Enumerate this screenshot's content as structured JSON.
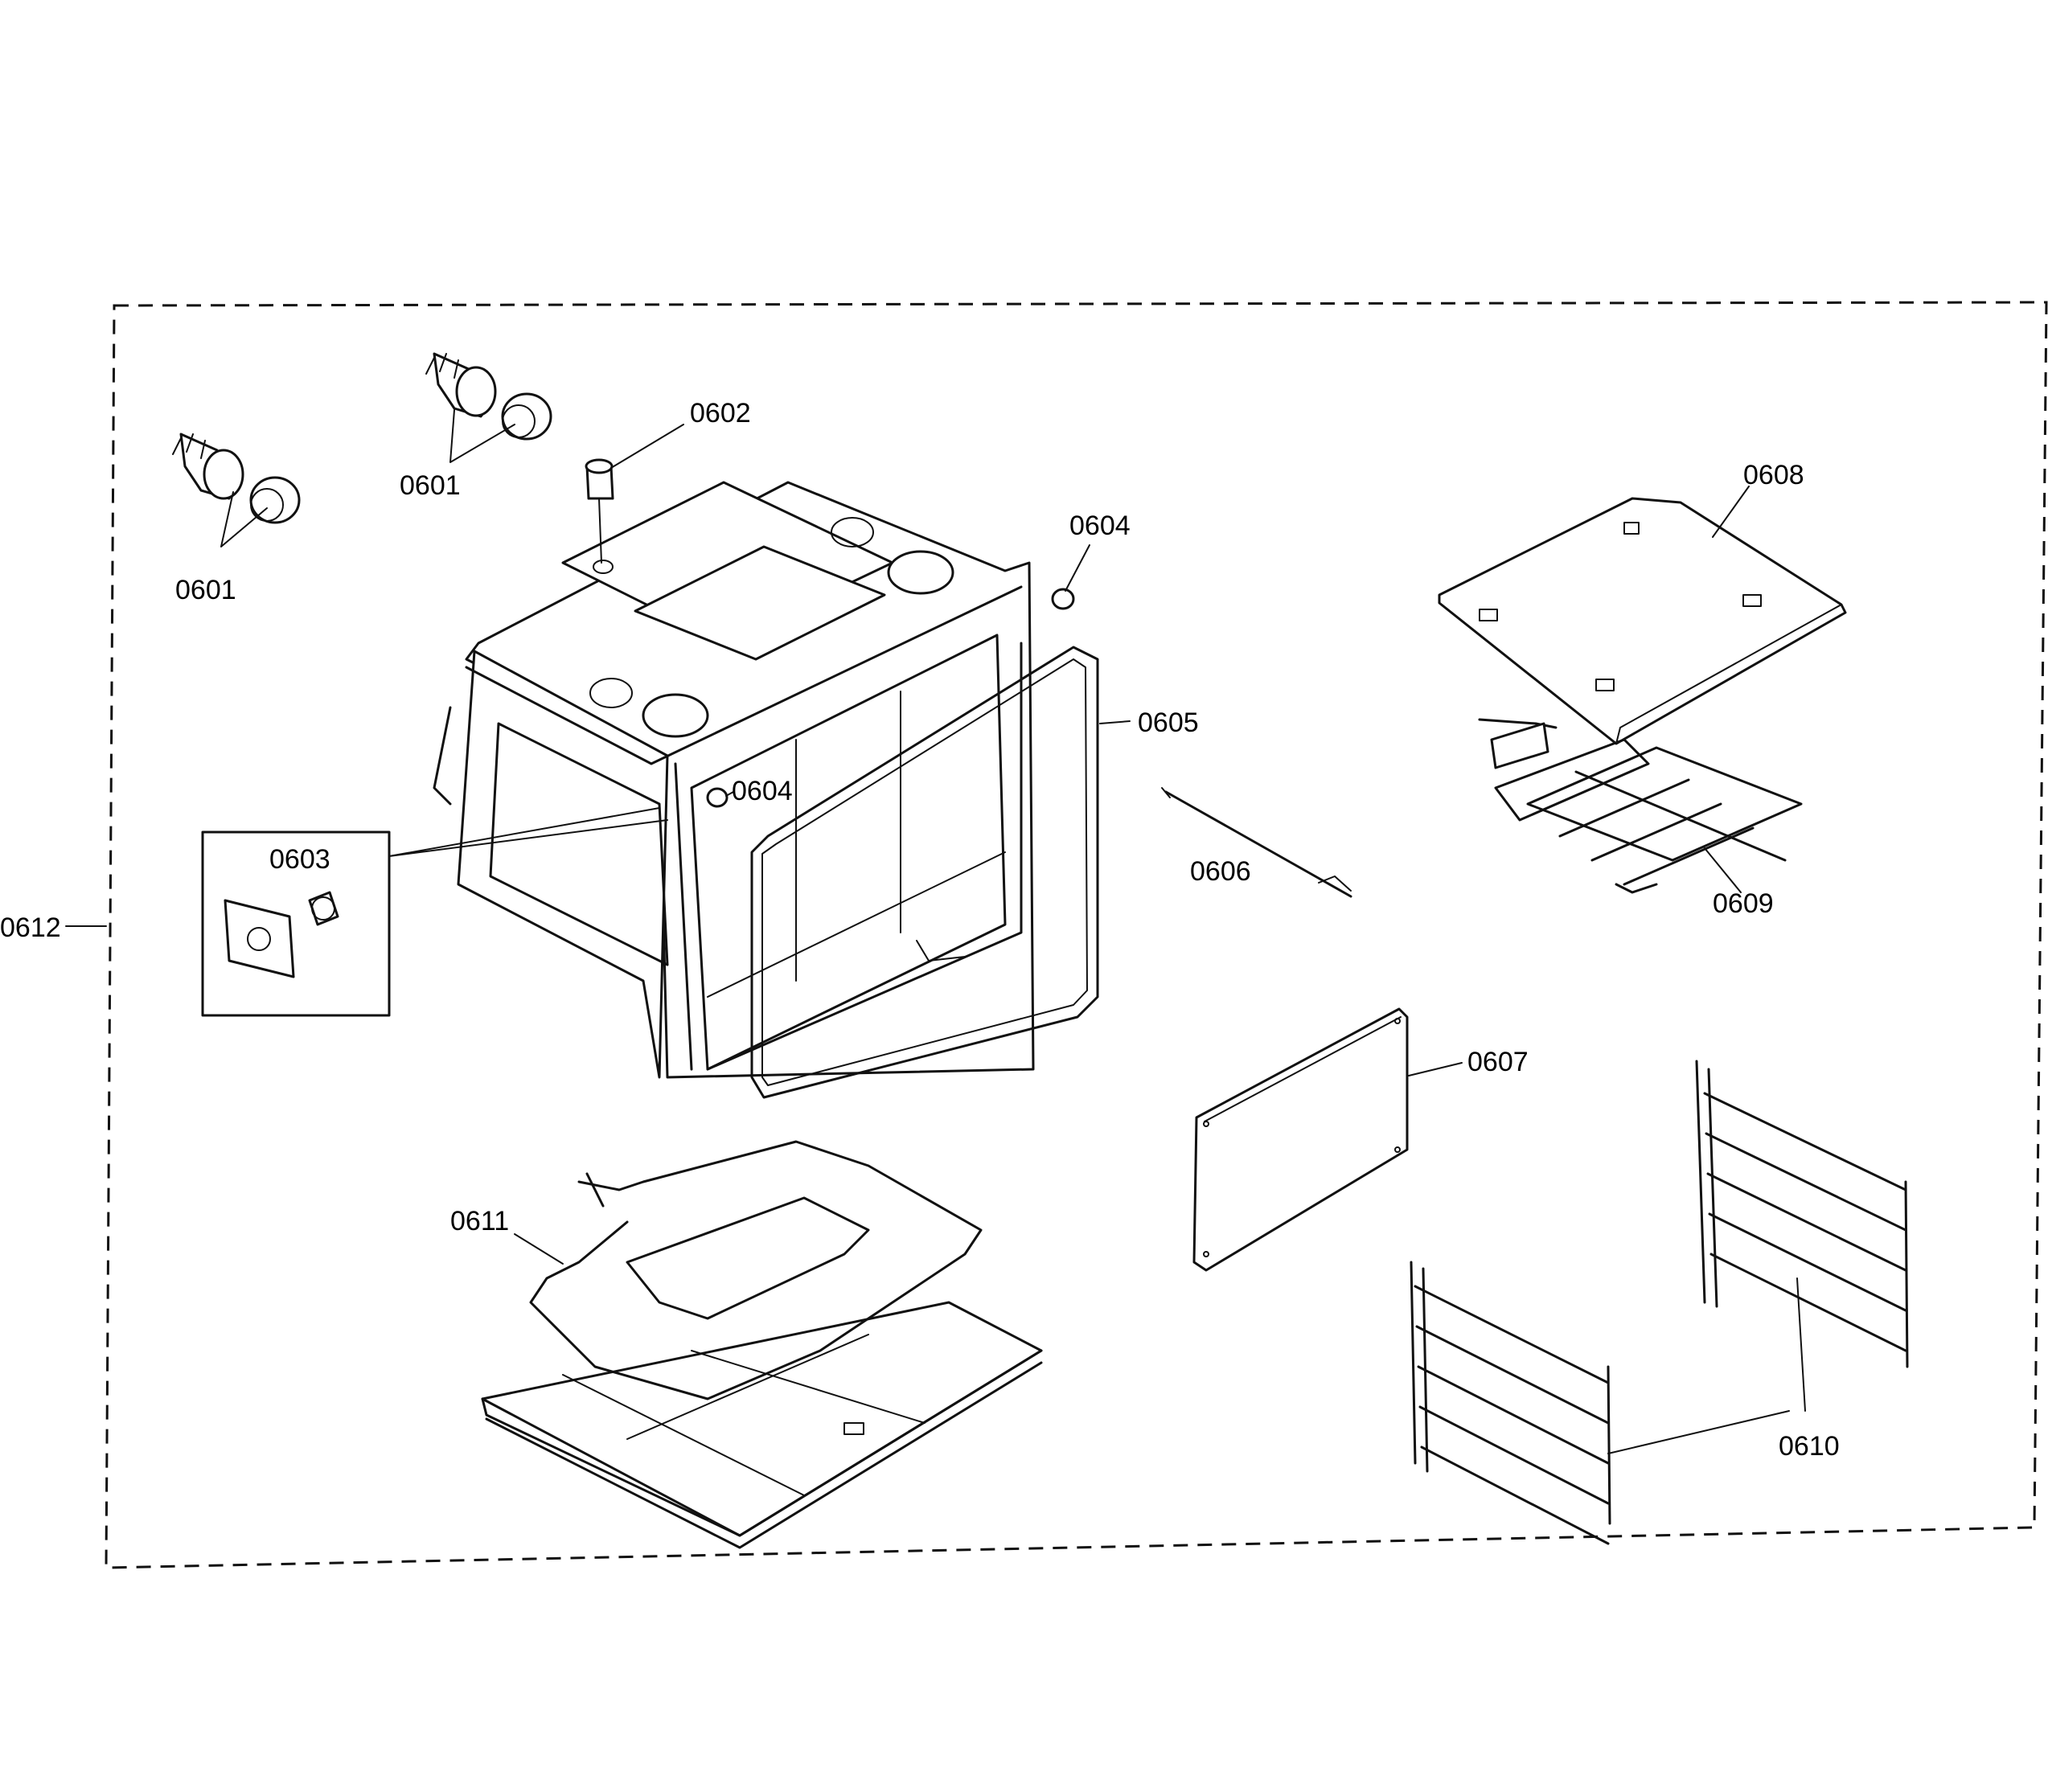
{
  "labels": {
    "p0601a": "0601",
    "p0601b": "0601",
    "p0602": "0602",
    "p0603": "0603",
    "p0604a": "0604",
    "p0604b": "0604",
    "p0605": "0605",
    "p0606": "0606",
    "p0607": "0607",
    "p0608": "0608",
    "p0609": "0609",
    "p0610": "0610",
    "p0611": "0611",
    "p0612": "0612"
  }
}
